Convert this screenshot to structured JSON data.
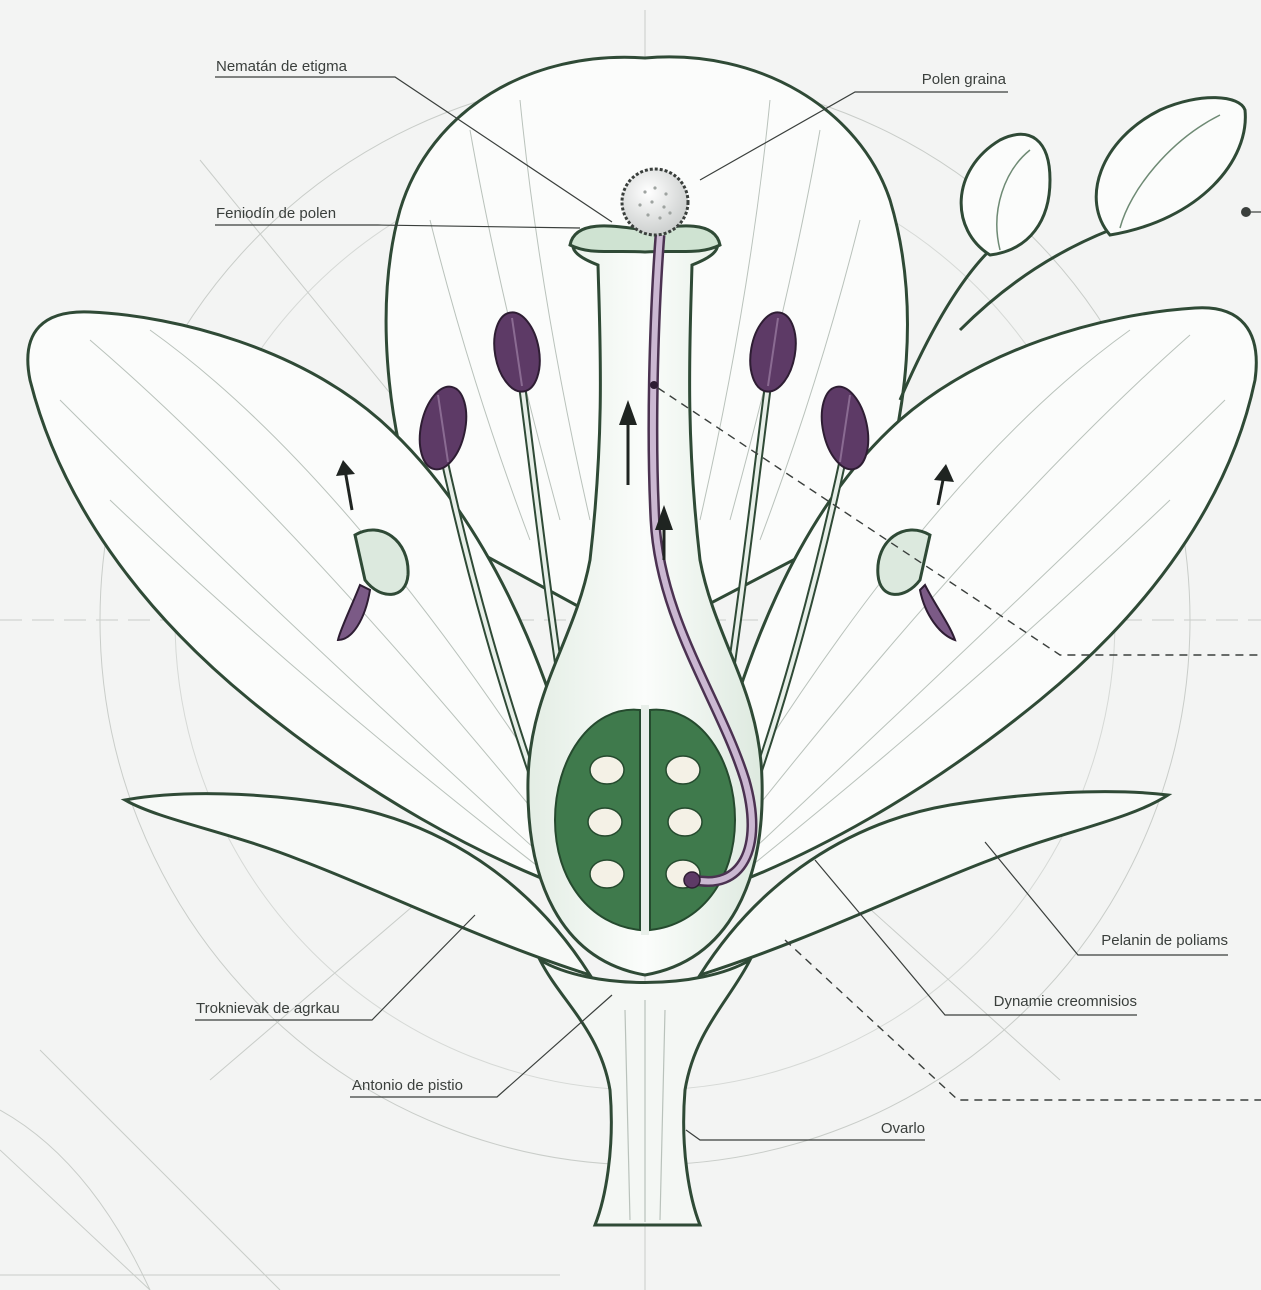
{
  "labels": {
    "stigma_nematain": "Nematán de etigma",
    "pollen_grain": "Polen graina",
    "pollen_fenioatin": "Feniodín de polen",
    "pollen_polanin": "Pelanin de poliams",
    "dynamic_creomntsios": "Dynamie creomnisios",
    "troknievak": "Troknievak de agrkau",
    "pistil_antonio": "Antonio de pistio",
    "ovary": "Ovarlo"
  },
  "colors": {
    "outline": "#2f4a36",
    "petal": "#fbfcfb",
    "green": "#3f7a4c",
    "purple": "#5d3a66",
    "ink": "#3a3f3c"
  }
}
